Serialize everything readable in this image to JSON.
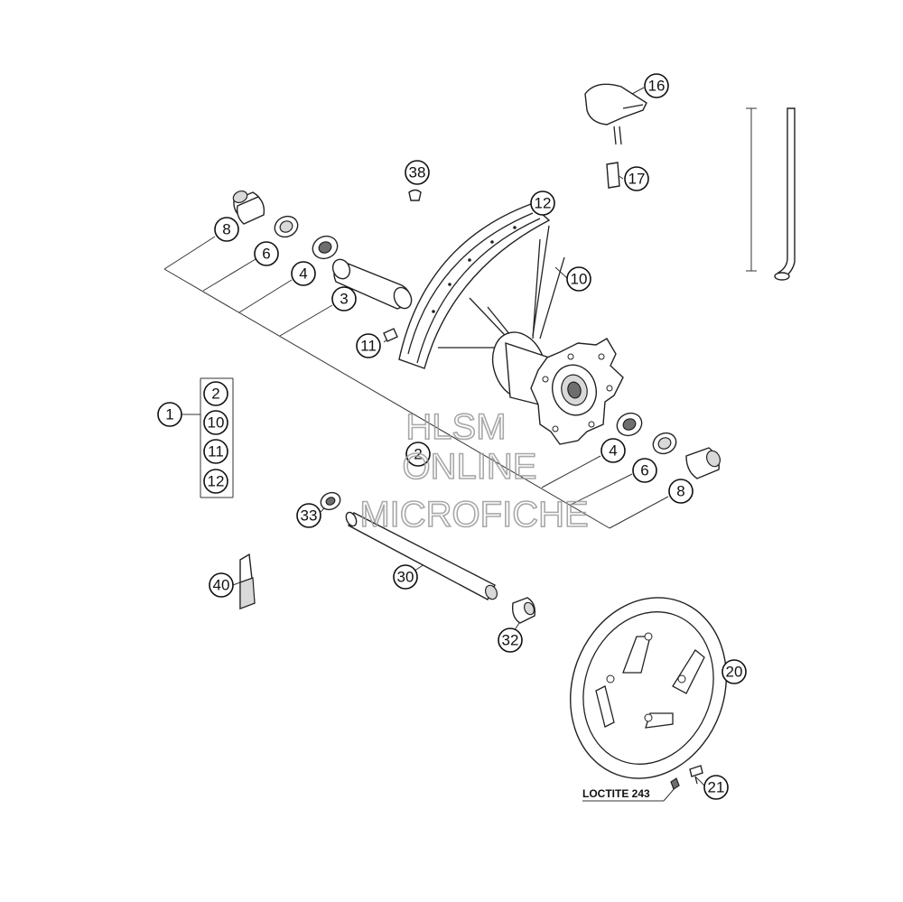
{
  "callouts": {
    "c1": "1",
    "c2a": "2",
    "c10a": "10",
    "c11a": "11",
    "c12a": "12",
    "c2": "2",
    "c3": "3",
    "c4a": "4",
    "c4b": "4",
    "c6a": "6",
    "c6b": "6",
    "c8a": "8",
    "c8b": "8",
    "c10": "10",
    "c11": "11",
    "c12": "12",
    "c16": "16",
    "c17": "17",
    "c20": "20",
    "c21": "21",
    "c30": "30",
    "c32": "32",
    "c33": "33",
    "c38": "38",
    "c40": "40"
  },
  "note": "LOCTITE 243",
  "watermark": {
    "line1": "HLSM",
    "line2": "ONLINE",
    "line3": "MICROFICHE"
  }
}
